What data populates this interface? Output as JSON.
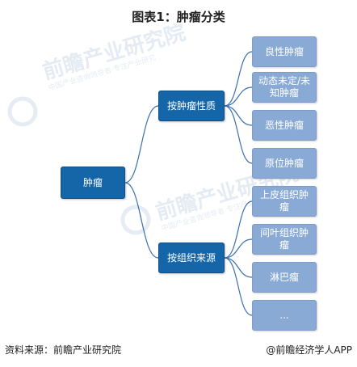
{
  "title": "图表1：肿瘤分类",
  "root": {
    "label": "肿瘤"
  },
  "branches": [
    {
      "label": "按肿瘤性质",
      "children": [
        "良性肿瘤",
        "动态未定/未知肿瘤",
        "恶性肿瘤",
        "原位肿瘤"
      ]
    },
    {
      "label": "按组织来源",
      "children": [
        "上皮组织肿瘤",
        "间叶组织肿瘤",
        "淋巴瘤",
        "..."
      ]
    }
  ],
  "watermark": {
    "brand": "前瞻产业研究院",
    "sub": "中国产业咨询领导者·专注产业研究"
  },
  "footer": {
    "source": "资料来源：前瞻产业研究院",
    "credit": "@前瞻经济学人APP"
  },
  "colors": {
    "root_fill": "#1466a8",
    "branch_fill": "#1466a8",
    "leaf_fill": "#8aaad6",
    "connector": "#3a6fb0",
    "watermark": "#c9d6e8"
  }
}
